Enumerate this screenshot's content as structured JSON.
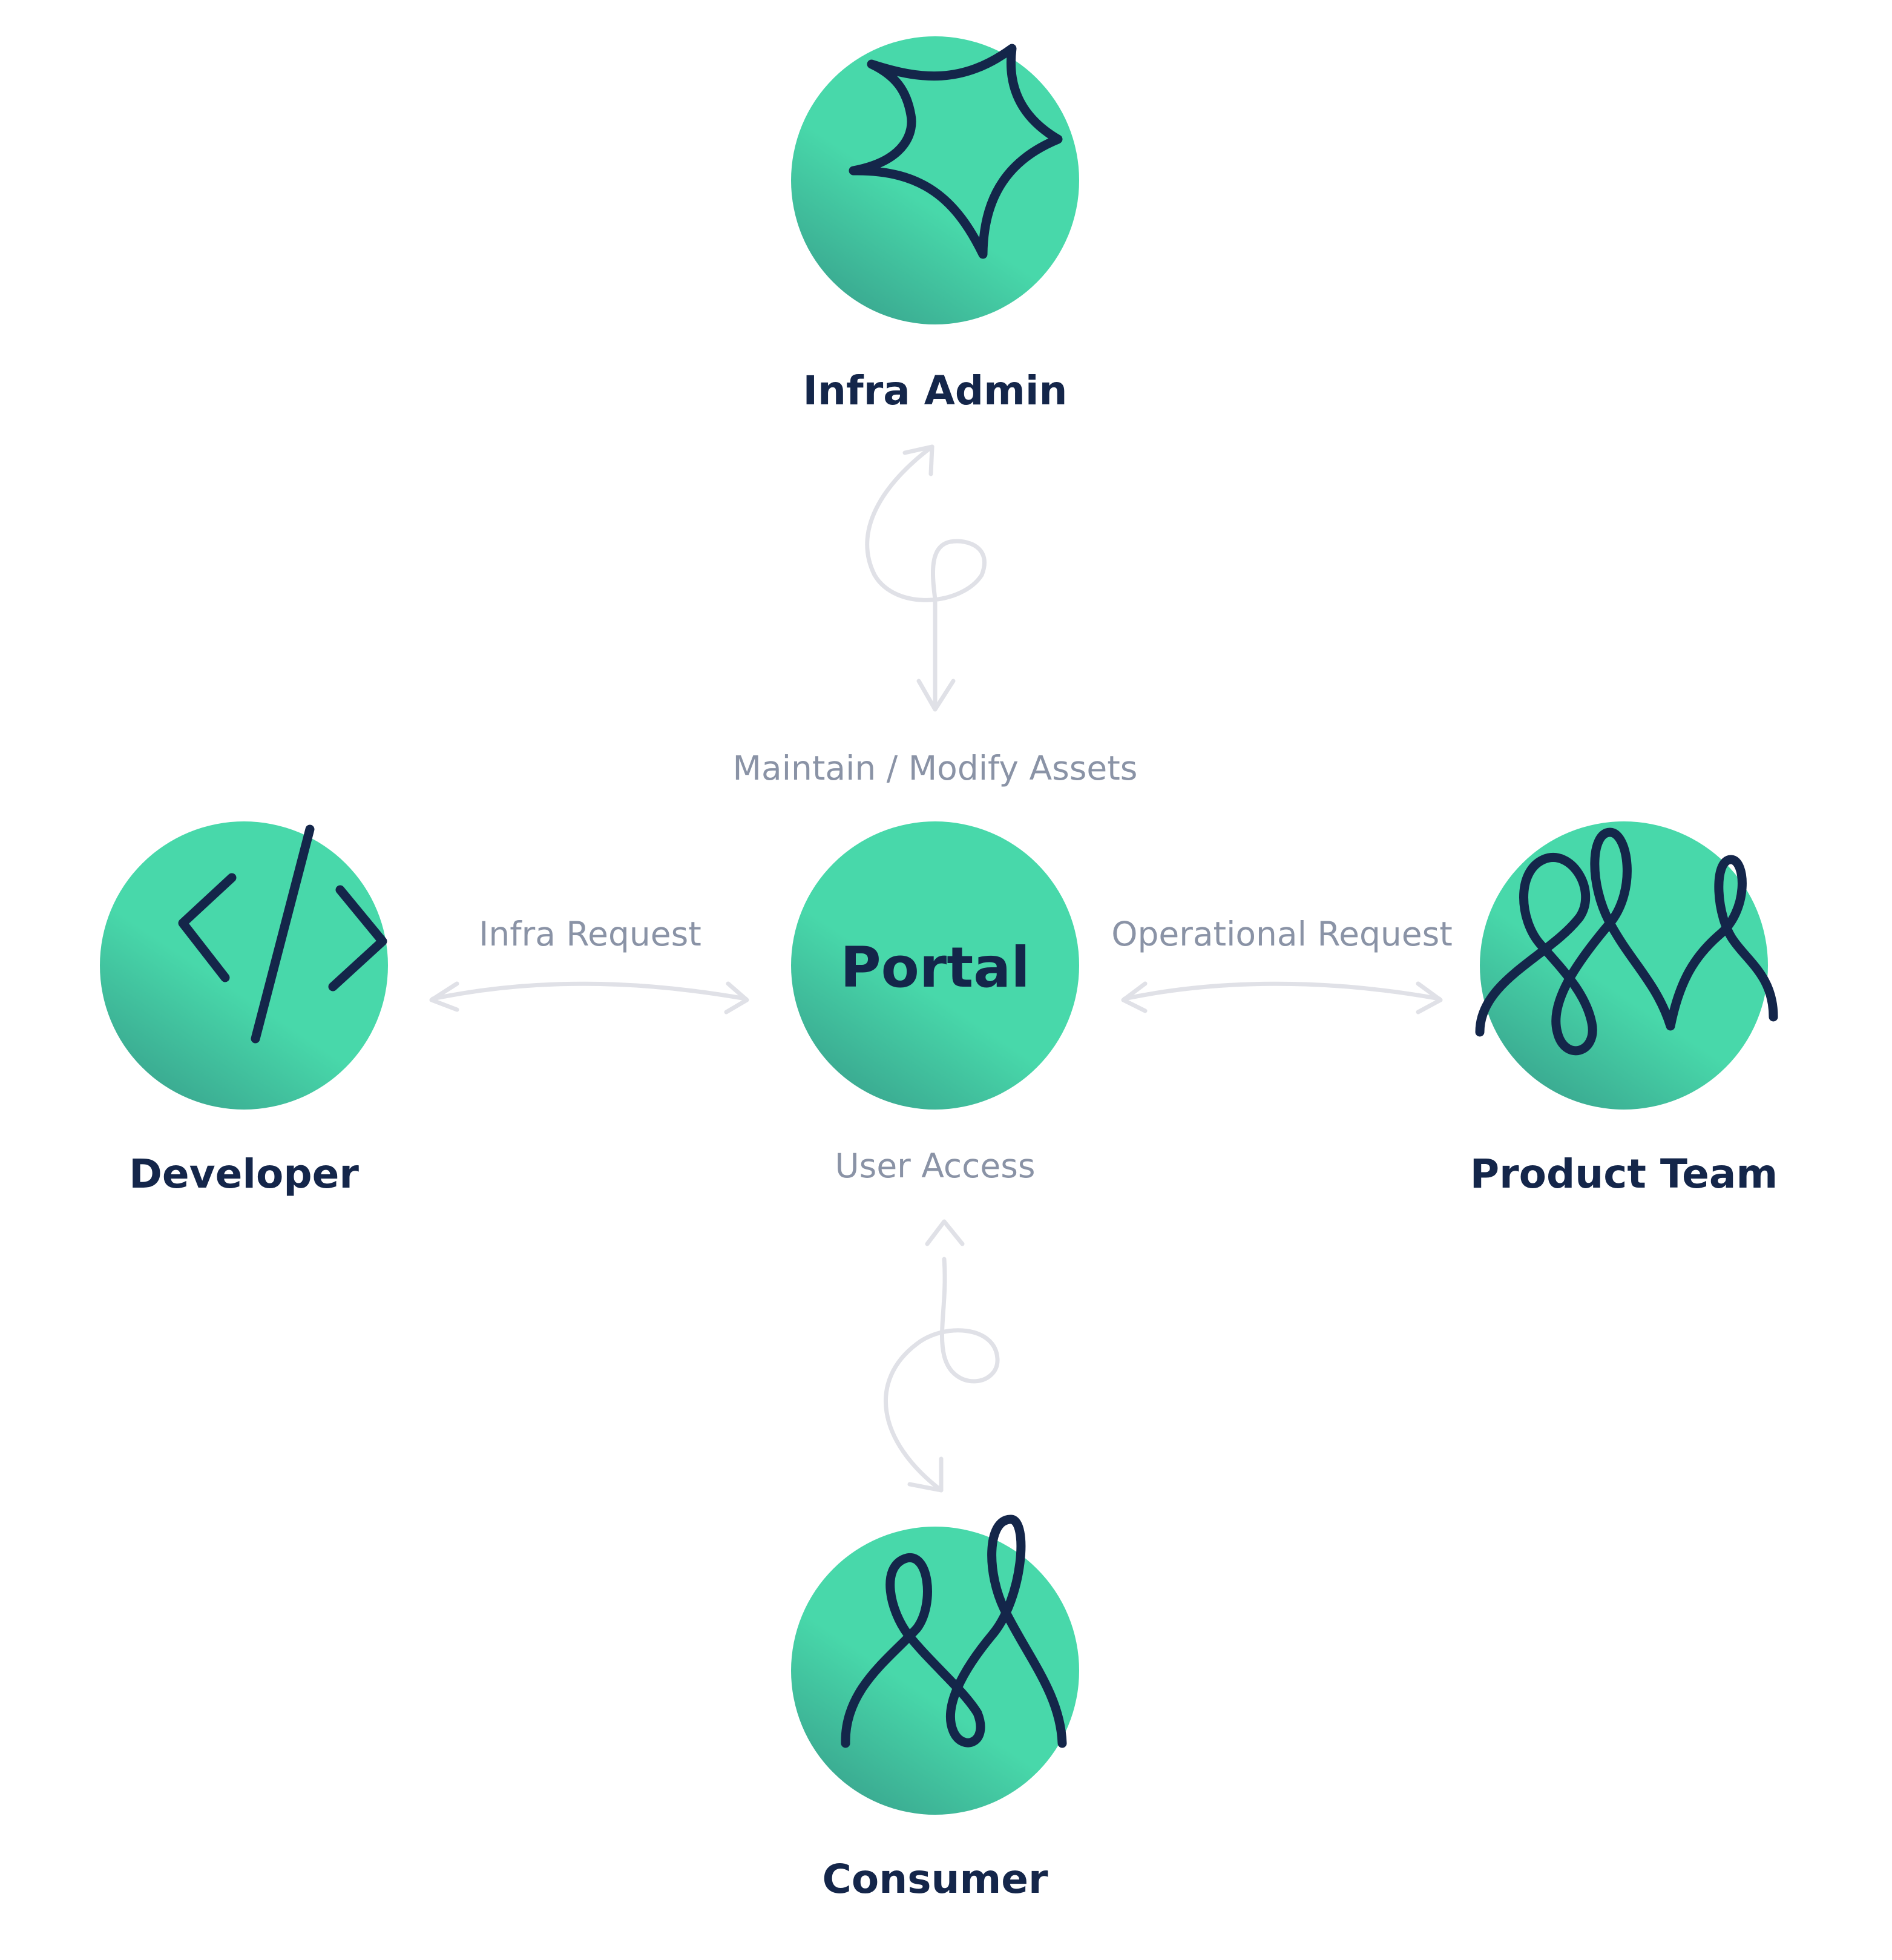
{
  "colors": {
    "circle_light": "#48d8aa",
    "circle_dark": "#3aa890",
    "icon_stroke": "#14264a",
    "label_text": "#14264a",
    "edge_text": "#8a93a6",
    "arrow_stroke": "#e0e1e7",
    "background": "#ffffff"
  },
  "center": {
    "label": "Portal"
  },
  "nodes": {
    "infra_admin": {
      "label": "Infra Admin",
      "icon": "star-icon"
    },
    "developer": {
      "label": "Developer",
      "icon": "code-icon"
    },
    "product_team": {
      "label": "Product Team",
      "icon": "triple-loop-icon"
    },
    "consumer": {
      "label": "Consumer",
      "icon": "double-loop-icon"
    }
  },
  "edges": {
    "top": {
      "label": "Maintain / Modify Assets"
    },
    "left": {
      "label": "Infra Request"
    },
    "right": {
      "label": "Operational Request"
    },
    "bottom": {
      "label": "User Access"
    }
  }
}
